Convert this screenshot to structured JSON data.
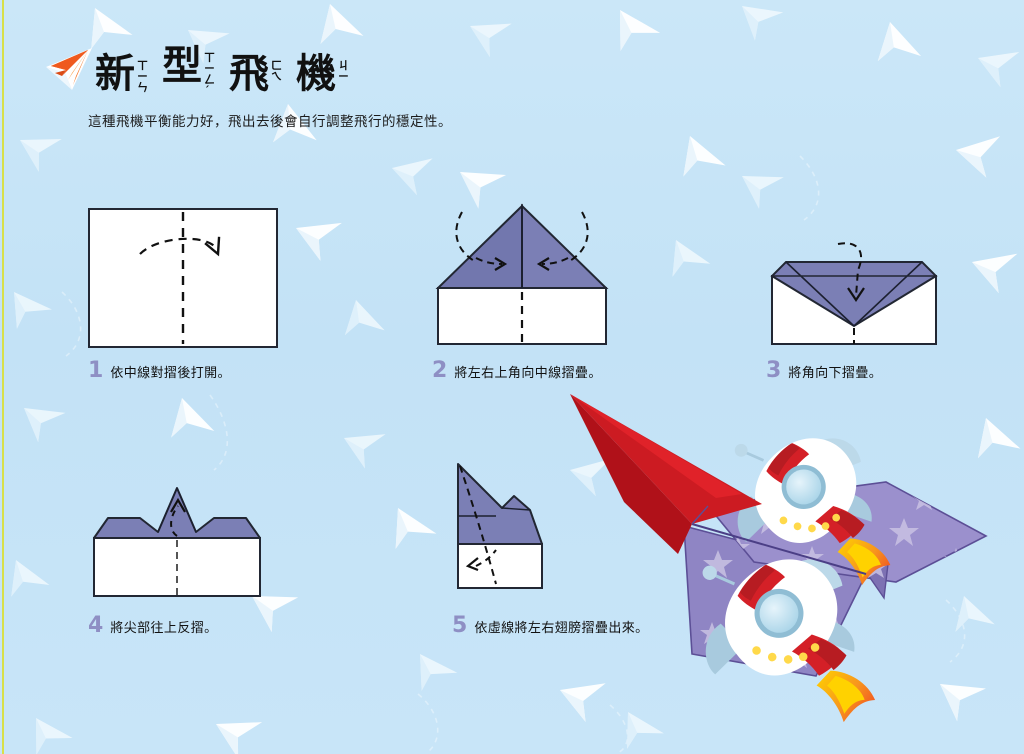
{
  "page": {
    "background_color": "#c6e4f7",
    "accent_purple": "#7b7fb5",
    "accent_red": "#cc1b22",
    "edge_stripe_color": "#d8e04a",
    "number_color": "#8e8fc4"
  },
  "header": {
    "logo_icon": "paper-plane-icon",
    "title_chars": [
      {
        "char": "新",
        "zhuyin": [
          "ㄒ",
          "ㄧ",
          "ㄣ"
        ]
      },
      {
        "char": "型",
        "zhuyin": [
          "ㄒ",
          "ㄧ",
          "ㄥ",
          "ˊ"
        ]
      },
      {
        "char": "飛",
        "zhuyin": [
          "ㄈ",
          "ㄟ"
        ]
      },
      {
        "char": "機",
        "zhuyin": [
          "ㄐ",
          "ㄧ"
        ]
      }
    ],
    "title_plain": "新型飛機",
    "subtitle": "這種飛機平衡能力好，飛出去後會自行調整飛行的穩定性。"
  },
  "steps": [
    {
      "number": "1",
      "text": "依中線對摺後打開。",
      "diagram": "flat-sheet-with-center-crease"
    },
    {
      "number": "2",
      "text": "將左右上角向中線摺疊。",
      "diagram": "top-corners-folded-to-center"
    },
    {
      "number": "3",
      "text": "將角向下摺疊。",
      "diagram": "point-folded-down"
    },
    {
      "number": "4",
      "text": "將尖部往上反摺。",
      "diagram": "tip-folded-up"
    },
    {
      "number": "5",
      "text": "依虛線將左右翅膀摺疊出來。",
      "diagram": "wings-folded-out-side-view"
    }
  ],
  "finished_model": {
    "name": "finished-paper-airplane",
    "nose_color": "#cc1b22",
    "wing_color": "#8f85c4",
    "wing_pattern": "stars",
    "decoration": "rocket-illustration",
    "rocket_count": 2,
    "rocket": {
      "body_color": "#ffffff",
      "stripe_color": "#d42027",
      "window_color": "#bfe0ef",
      "fin_color": "#a8cade",
      "flame_colors": [
        "#f7941e",
        "#ffd200",
        "#ef4123"
      ],
      "dot_color": "#ffd94a"
    }
  }
}
